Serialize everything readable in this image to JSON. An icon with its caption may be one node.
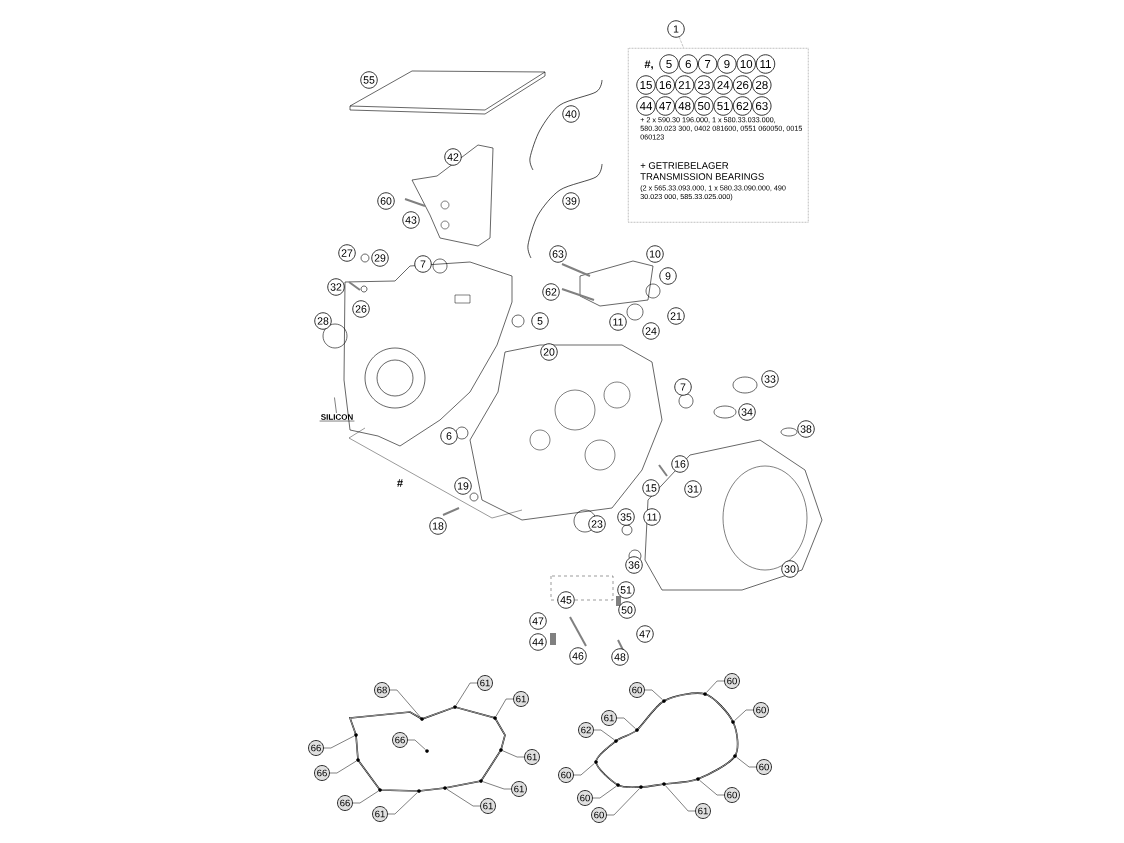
{
  "diagram": {
    "nodes": [
      {
        "text": [
          "1"
        ]
      },
      {
        "text": [
          "+ 2 x 590.30 196.000, 1 x 580.33.033.000, 580.30.023 300, 0402 081600, 0551 060050, 0015 060123",
          "+ GETRIEBELAGER TRANSMISSION BEARINGS",
          "(2 x 565.33.093.000, 1 x 580.33.090.000, 490 30.023 000, 585.33.025.000)"
        ]
      },
      {
        "text": [
          "5"
        ],
        "in": 1
      },
      {
        "text": [
          "6"
        ],
        "in": 1
      },
      {
        "text": [
          "7"
        ],
        "in": 1
      },
      {
        "text": [
          "9"
        ],
        "in": 1
      },
      {
        "text": [
          "10"
        ],
        "in": 1
      },
      {
        "text": [
          "11"
        ],
        "in": 1
      },
      {
        "text": [
          "15"
        ],
        "in": 1
      },
      {
        "text": [
          "16"
        ],
        "in": 1
      },
      {
        "text": [
          "21"
        ],
        "in": 1
      },
      {
        "text": [
          "23"
        ],
        "in": 1
      },
      {
        "text": [
          "24"
        ],
        "in": 1
      },
      {
        "text": [
          "26"
        ],
        "in": 1
      },
      {
        "text": [
          "28"
        ],
        "in": 1
      },
      {
        "text": [
          "44"
        ],
        "in": 1
      },
      {
        "text": [
          "47"
        ],
        "in": 1
      },
      {
        "text": [
          "48"
        ],
        "in": 1
      },
      {
        "text": [
          "50"
        ],
        "in": 1
      },
      {
        "text": [
          "51"
        ],
        "in": 1
      },
      {
        "text": [
          "62"
        ],
        "in": 1
      },
      {
        "text": [
          "63"
        ],
        "in": 1
      },
      {
        "text": [
          "55"
        ]
      },
      {
        "text": [
          "40"
        ]
      },
      {
        "text": [
          "42"
        ]
      },
      {
        "text": [
          "39"
        ]
      },
      {
        "text": [
          "60"
        ]
      },
      {
        "text": [
          "43"
        ]
      },
      {
        "text": [
          "27"
        ]
      },
      {
        "text": [
          "63"
        ]
      },
      {
        "text": [
          "10"
        ]
      },
      {
        "text": [
          "7"
        ]
      },
      {
        "text": [
          "29"
        ]
      },
      {
        "text": [
          "9"
        ]
      },
      {
        "text": [
          "32"
        ]
      },
      {
        "text": [
          "62"
        ]
      },
      {
        "text": [
          "26"
        ]
      },
      {
        "text": [
          "21"
        ]
      },
      {
        "text": [
          "28"
        ]
      },
      {
        "text": [
          "5"
        ]
      },
      {
        "text": [
          "11"
        ]
      },
      {
        "text": [
          "24"
        ]
      },
      {
        "text": [
          "20"
        ]
      },
      {
        "text": [
          "33"
        ]
      },
      {
        "text": [
          "7"
        ]
      },
      {
        "text": [
          "34"
        ]
      },
      {
        "text": [
          "38"
        ]
      },
      {
        "text": [
          "6"
        ]
      },
      {
        "text": [
          "16"
        ]
      },
      {
        "text": [
          "19"
        ]
      },
      {
        "text": [
          "15"
        ]
      },
      {
        "text": [
          "31"
        ]
      },
      {
        "text": [
          "35"
        ]
      },
      {
        "text": [
          "11"
        ]
      },
      {
        "text": [
          "23"
        ]
      },
      {
        "text": [
          "18"
        ]
      },
      {
        "text": [
          "36"
        ]
      },
      {
        "text": [
          "30"
        ]
      },
      {
        "text": [
          "51"
        ]
      },
      {
        "text": [
          "45"
        ]
      },
      {
        "text": [
          "50"
        ]
      },
      {
        "text": [
          "47"
        ]
      },
      {
        "text": [
          "47"
        ]
      },
      {
        "text": [
          "44"
        ]
      },
      {
        "text": [
          "46"
        ]
      },
      {
        "text": [
          "48"
        ]
      },
      {
        "text": [
          "SILICON"
        ]
      },
      {
        "text": [
          "68"
        ]
      },
      {
        "text": [
          "61"
        ]
      },
      {
        "text": [
          "61"
        ]
      },
      {
        "text": [
          "66"
        ]
      },
      {
        "text": [
          "66"
        ]
      },
      {
        "text": [
          "61"
        ]
      },
      {
        "text": [
          "66"
        ]
      },
      {
        "text": [
          "61"
        ]
      },
      {
        "text": [
          "66"
        ]
      },
      {
        "text": [
          "61"
        ]
      },
      {
        "text": [
          "61"
        ]
      },
      {
        "text": [
          "60"
        ]
      },
      {
        "text": [
          "60"
        ]
      },
      {
        "text": [
          "61"
        ]
      },
      {
        "text": [
          "60"
        ]
      },
      {
        "text": [
          "62"
        ]
      },
      {
        "text": [
          "60"
        ]
      },
      {
        "text": [
          "60"
        ]
      },
      {
        "text": [
          "60"
        ]
      },
      {
        "text": [
          "60"
        ]
      },
      {
        "text": [
          "60"
        ]
      },
      {
        "text": [
          "61"
        ]
      },
      {
        "text": [],
        "shape": "circle"
      },
      {
        "text": [],
        "shape": "circle"
      },
      {
        "text": [],
        "shape": "circle"
      },
      {
        "text": [],
        "shape": "circle"
      },
      {
        "text": [],
        "shape": "circle"
      },
      {
        "text": [],
        "shape": "circle"
      },
      {
        "text": [],
        "shape": "circle"
      },
      {
        "text": [],
        "shape": "circle"
      },
      {
        "text": [],
        "shape": "circle"
      },
      {
        "text": [],
        "shape": "circle"
      },
      {
        "text": [],
        "shape": "circle"
      },
      {
        "text": [],
        "shape": "circle"
      },
      {
        "text": [],
        "shape": "circle"
      },
      {
        "text": [],
        "shape": "circle"
      },
      {
        "text": [],
        "shape": "circle"
      },
      {
        "text": [],
        "shape": "circle"
      },
      {
        "text": [],
        "shape": "circle"
      },
      {
        "text": [],
        "shape": "circle"
      },
      {
        "text": [],
        "shape": "circle"
      },
      {
        "text": [],
        "shape": "circle"
      },
      {
        "text": [],
        "shape": "circle"
      },
      {
        "text": [],
        "shape": "circle"
      }
    ],
    "edges": [
      {
        "from": 0,
        "to": 1,
        "arrow": "none",
        "style": "dashed"
      },
      {
        "from": 66,
        "to": null,
        "arrow": "none"
      },
      {
        "from": 67,
        "to": 89,
        "arrow": "none"
      },
      {
        "from": 68,
        "to": 90,
        "arrow": "none"
      },
      {
        "from": 69,
        "to": 91,
        "arrow": "none"
      },
      {
        "from": 70,
        "to": 92,
        "arrow": "none"
      },
      {
        "from": 71,
        "to": 93,
        "arrow": "none"
      },
      {
        "from": 72,
        "to": 94,
        "arrow": "none"
      },
      {
        "from": 73,
        "to": 95,
        "arrow": "none"
      },
      {
        "from": 74,
        "to": 96,
        "arrow": "none"
      },
      {
        "from": 75,
        "to": 97,
        "arrow": "none"
      },
      {
        "from": 76,
        "to": 98,
        "arrow": "none"
      },
      {
        "from": 77,
        "to": 99,
        "arrow": "none"
      },
      {
        "from": 78,
        "to": 100,
        "arrow": "none"
      },
      {
        "from": 79,
        "to": 101,
        "arrow": "none"
      },
      {
        "from": 80,
        "to": 102,
        "arrow": "none"
      },
      {
        "from": 81,
        "to": 103,
        "arrow": "none"
      },
      {
        "from": 82,
        "to": 104,
        "arrow": "none"
      },
      {
        "from": 83,
        "to": 105,
        "arrow": "none"
      },
      {
        "from": 84,
        "to": 106,
        "arrow": "none"
      },
      {
        "from": 85,
        "to": 107,
        "arrow": "none"
      },
      {
        "from": 86,
        "to": 108,
        "arrow": "none"
      },
      {
        "from": 87,
        "to": 109,
        "arrow": "none"
      },
      {
        "from": 88,
        "to": 110,
        "arrow": "none"
      }
    ],
    "labels": [
      "#,",
      "#"
    ]
  }
}
